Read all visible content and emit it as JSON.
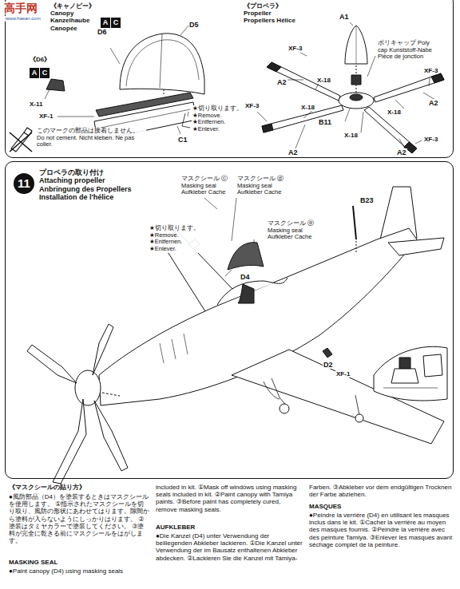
{
  "diagram": {
    "nodes": [
      {
        "text": [
          "《キャノピー》 Canopy Kanzelhaube Canopée",
          "《プロペラ》 Propeller Propellers Hélice"
        ]
      },
      {
        "text": [
          "A"
        ],
        "in": 0
      },
      {
        "text": [
          "C"
        ],
        "in": 0
      },
      {
        "text": [
          "A"
        ],
        "in": 0
      },
      {
        "text": [
          "C"
        ],
        "in": 0
      },
      {
        "text": [
          "プロペラの取り付け Attaching propeller Anbringung des Propellers Installation de l'hélice"
        ]
      },
      {
        "text": [
          "11"
        ],
        "in": 5
      }
    ],
    "labels": [
      "高手网",
      "www.hasan.com",
      "D6",
      "D5",
      "《D6》",
      "X-11",
      "XF-1",
      "C1",
      "★切り取ります。 ★Remove. ★Entfernen. ★Enlever.",
      "このマークの部品は接着しません。 Do not cement. Nicht kleben. Ne pas coller.",
      "A1",
      "ポリキャップ Poly cap Kunststoff-Nabe Pièce de jonction",
      "XF-3",
      "A2",
      "X-18",
      "XF-3",
      "A2",
      "X-18",
      "XF-3",
      "X-18",
      "B11",
      "X-18",
      "A2",
      "XF-3",
      "A2",
      "マスクシール ⓒ Masking seal Aufkleber Cache",
      "マスクシール ⓓ Masking seal Aufkleber Cache",
      "マスクシール ⓔ Masking seal Aufkleber Cache",
      "★切り取ります。 ★Remove. ★Entfernen. ★Enlever.",
      "D4",
      "B23",
      "D2",
      "XF-1",
      "《マスクシールの貼り方》",
      "●風防部品（D4）を塗装するときはマスクシールを使用します。 ①指示されたマスクシールを切り取り、風防の形状にあわせてはります。隙間から塗料が入らないようにしっかりはります。 ②塗装はタミヤカラーで塗装してください。 ③塗料が完全に乾きる前にマスクシールをはがします。",
      "MASKING SEAL",
      "●Paint canopy (D4) using masking seals",
      "included in kit. ①Mask off windows using masking seals included in kit. ②Paint canopy with Tamiya paints. ③Before paint has completely cured, remove masking seals.",
      "AUFKLEBER",
      "●Die Kanzel (D4) unter Verwendung der beiliegenden Abkleber lackieren. ①Die Kanzel unter Verwendung der im Bausatz enthaltenen Abkleber abdecken. ②Lackieren Sie die Kanzel mit Tamiya-",
      "Farben. ③Abkleber vor dem endgültigen Trocknen der Farbe abziehen.",
      "MASQUES",
      "●Peindre la verrière (D4) en utilisant les masques inclus dans le kit. ①Cacher la verrière au moyen des masques fournis. ②Peindre la verrière avec des peinture Tamiya. ③Enlever les masques avant séchage complet de la peinture."
    ]
  }
}
